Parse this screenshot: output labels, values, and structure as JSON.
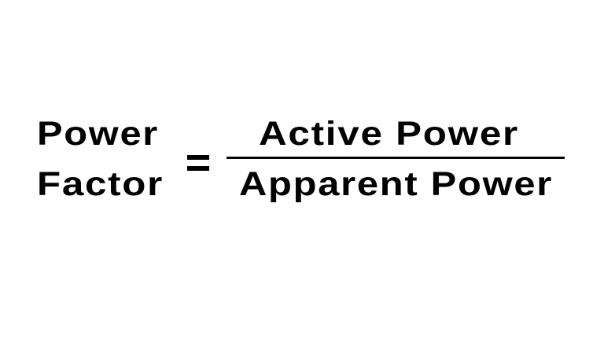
{
  "formula": {
    "lhs": {
      "line1": "Power",
      "line2": "Factor"
    },
    "operator": "=",
    "numerator": "Active Power",
    "denominator": "Apparent Power"
  },
  "colors": {
    "text": "#000000",
    "background": "#ffffff"
  }
}
